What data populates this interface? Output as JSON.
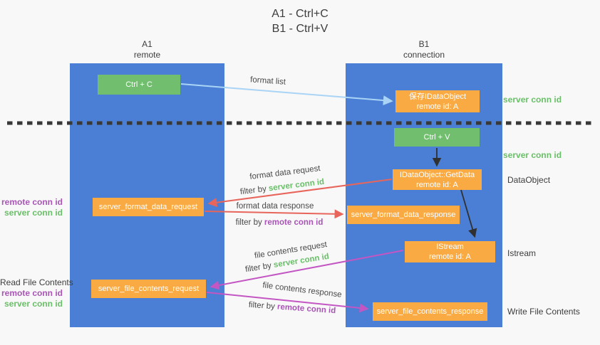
{
  "title": {
    "line1": "A1 - Ctrl+C",
    "line2": "B1 - Ctrl+V"
  },
  "columns": {
    "left": {
      "name": "A1",
      "role": "remote"
    },
    "right": {
      "name": "B1",
      "role": "connection"
    }
  },
  "boxes": {
    "ctrl_c": {
      "label": "Ctrl + C"
    },
    "save_idataobject": {
      "title": "保存IDataObject",
      "subtitle": "remote id: A"
    },
    "ctrl_v": {
      "label": "Ctrl + V"
    },
    "getdata": {
      "title": "IDataObject::GetData",
      "subtitle": "remote id: A"
    },
    "format_request": {
      "label": "server_format_data_request"
    },
    "format_response": {
      "label": "server_format_data_response"
    },
    "istream": {
      "title": "IStream",
      "subtitle": "remote id: A"
    },
    "file_request": {
      "label": "server_file_contents_request"
    },
    "file_response": {
      "label": "server_file_contents_response"
    }
  },
  "right_labels": {
    "server_conn_id_top": "server conn id",
    "server_conn_id_mid": "server conn id",
    "dataobject": "DataObject",
    "istream": "Istream",
    "write_file_contents": "Write File Contents"
  },
  "left_labels": {
    "remote_conn_id_1": "remote conn id",
    "server_conn_id_1": "server conn id",
    "read_file_contents": "Read File Contents",
    "remote_conn_id_2": "remote conn id",
    "server_conn_id_2": "server conn id"
  },
  "arrow_labels": {
    "format_list": "format list",
    "format_data_request": "format data request",
    "filter_by_1": "filter by ",
    "filter_server_1": "server conn id",
    "format_data_response": "format data response",
    "filter_by_2": "filter by ",
    "filter_remote_1": "remote conn id",
    "file_contents_request": "file contents request",
    "filter_by_3": "filter by ",
    "filter_server_2": "server conn id",
    "file_contents_response": "file contents response",
    "filter_by_4": "filter by ",
    "filter_remote_2": "remote conn id"
  },
  "colors": {
    "lane_blue": "#4a7fd5",
    "box_green": "#71bf6e",
    "box_orange": "#faaa42",
    "green_text": "#6abf69",
    "purple_text": "#a855b5",
    "red_arrow": "#e8655c",
    "purple_arrow": "#c356c3",
    "blue_arrow": "#a9d4f5",
    "black_arrow": "#303030"
  }
}
